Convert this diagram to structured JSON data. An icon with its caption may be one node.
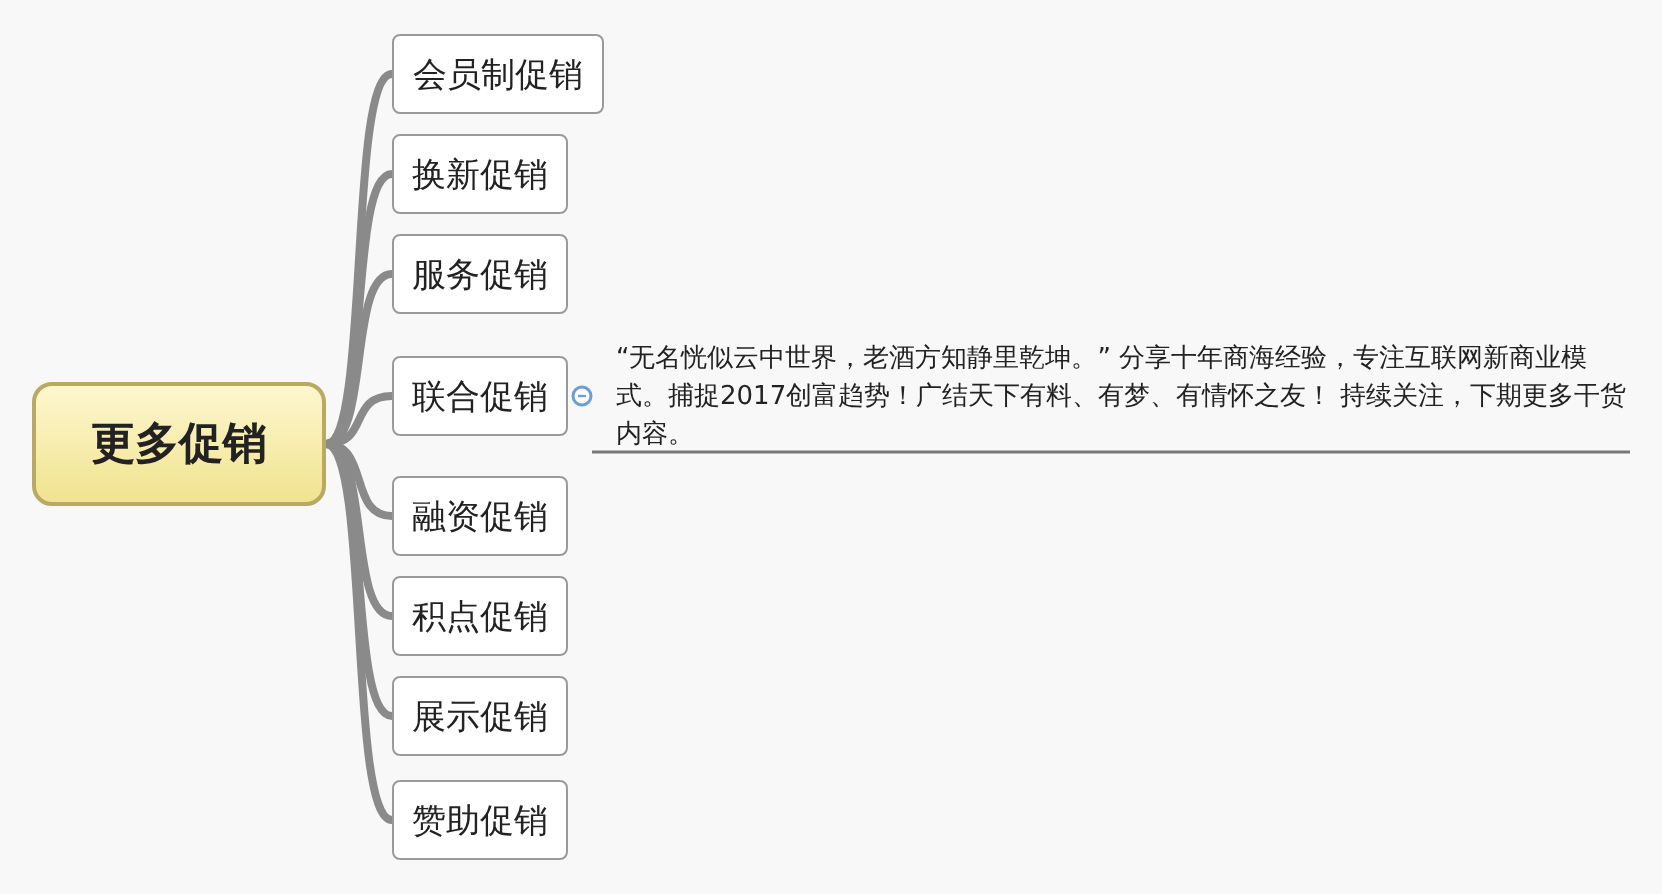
{
  "diagram": {
    "nodes": [
      {
        "text": [
          "更多促销"
        ]
      },
      {
        "text": [
          "会员制促销"
        ]
      },
      {
        "text": [
          "换新促销"
        ]
      },
      {
        "text": [
          "服务促销"
        ]
      },
      {
        "text": [
          "联合促销"
        ],
        "beside": [
          "“无名恍似云中世界，老酒方知静里乾坤。” 分享十年商海经验，专注互联网新商业模式。捕捉2017创富趋势！广结天下有料、有梦、有情怀之友！ 持续关注，下期更多干货内容。"
        ]
      },
      {
        "text": [
          "融资促销"
        ]
      },
      {
        "text": [
          "积点促销"
        ]
      },
      {
        "text": [
          "展示促销"
        ]
      },
      {
        "text": [
          "赞助促销"
        ]
      }
    ],
    "edges": [
      {
        "from": 0,
        "to": 1,
        "arrow": "none"
      },
      {
        "from": 0,
        "to": 2,
        "arrow": "none"
      },
      {
        "from": 0,
        "to": 3,
        "arrow": "none"
      },
      {
        "from": 0,
        "to": 4,
        "arrow": "none"
      },
      {
        "from": 0,
        "to": 5,
        "arrow": "none"
      },
      {
        "from": 0,
        "to": 6,
        "arrow": "none"
      },
      {
        "from": 0,
        "to": 7,
        "arrow": "none"
      },
      {
        "from": 0,
        "to": 8,
        "arrow": "none"
      }
    ]
  }
}
